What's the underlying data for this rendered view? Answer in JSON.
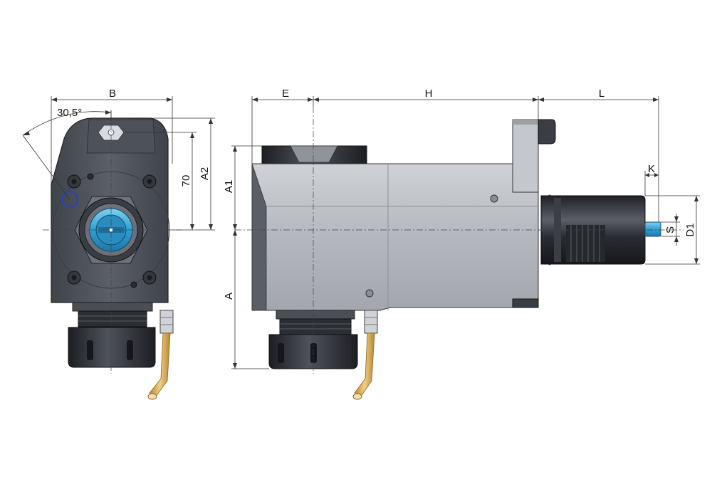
{
  "drawing": {
    "dimensions": {
      "b": "B",
      "angle": "30,5°",
      "seventy": "70",
      "a2": "A2",
      "e": "E",
      "h": "H",
      "l": "L",
      "k": "K",
      "a1": "A1",
      "a": "A",
      "s": "S",
      "d1": "D1"
    },
    "colors": {
      "body_dark": "#565b62",
      "body_side": "#bfc3c9",
      "collet": "#2d3036",
      "spindle_blue": "#3aa8d8",
      "seal_ring": "#2e45a8",
      "coolant_pipe": "#d9a84e"
    }
  }
}
